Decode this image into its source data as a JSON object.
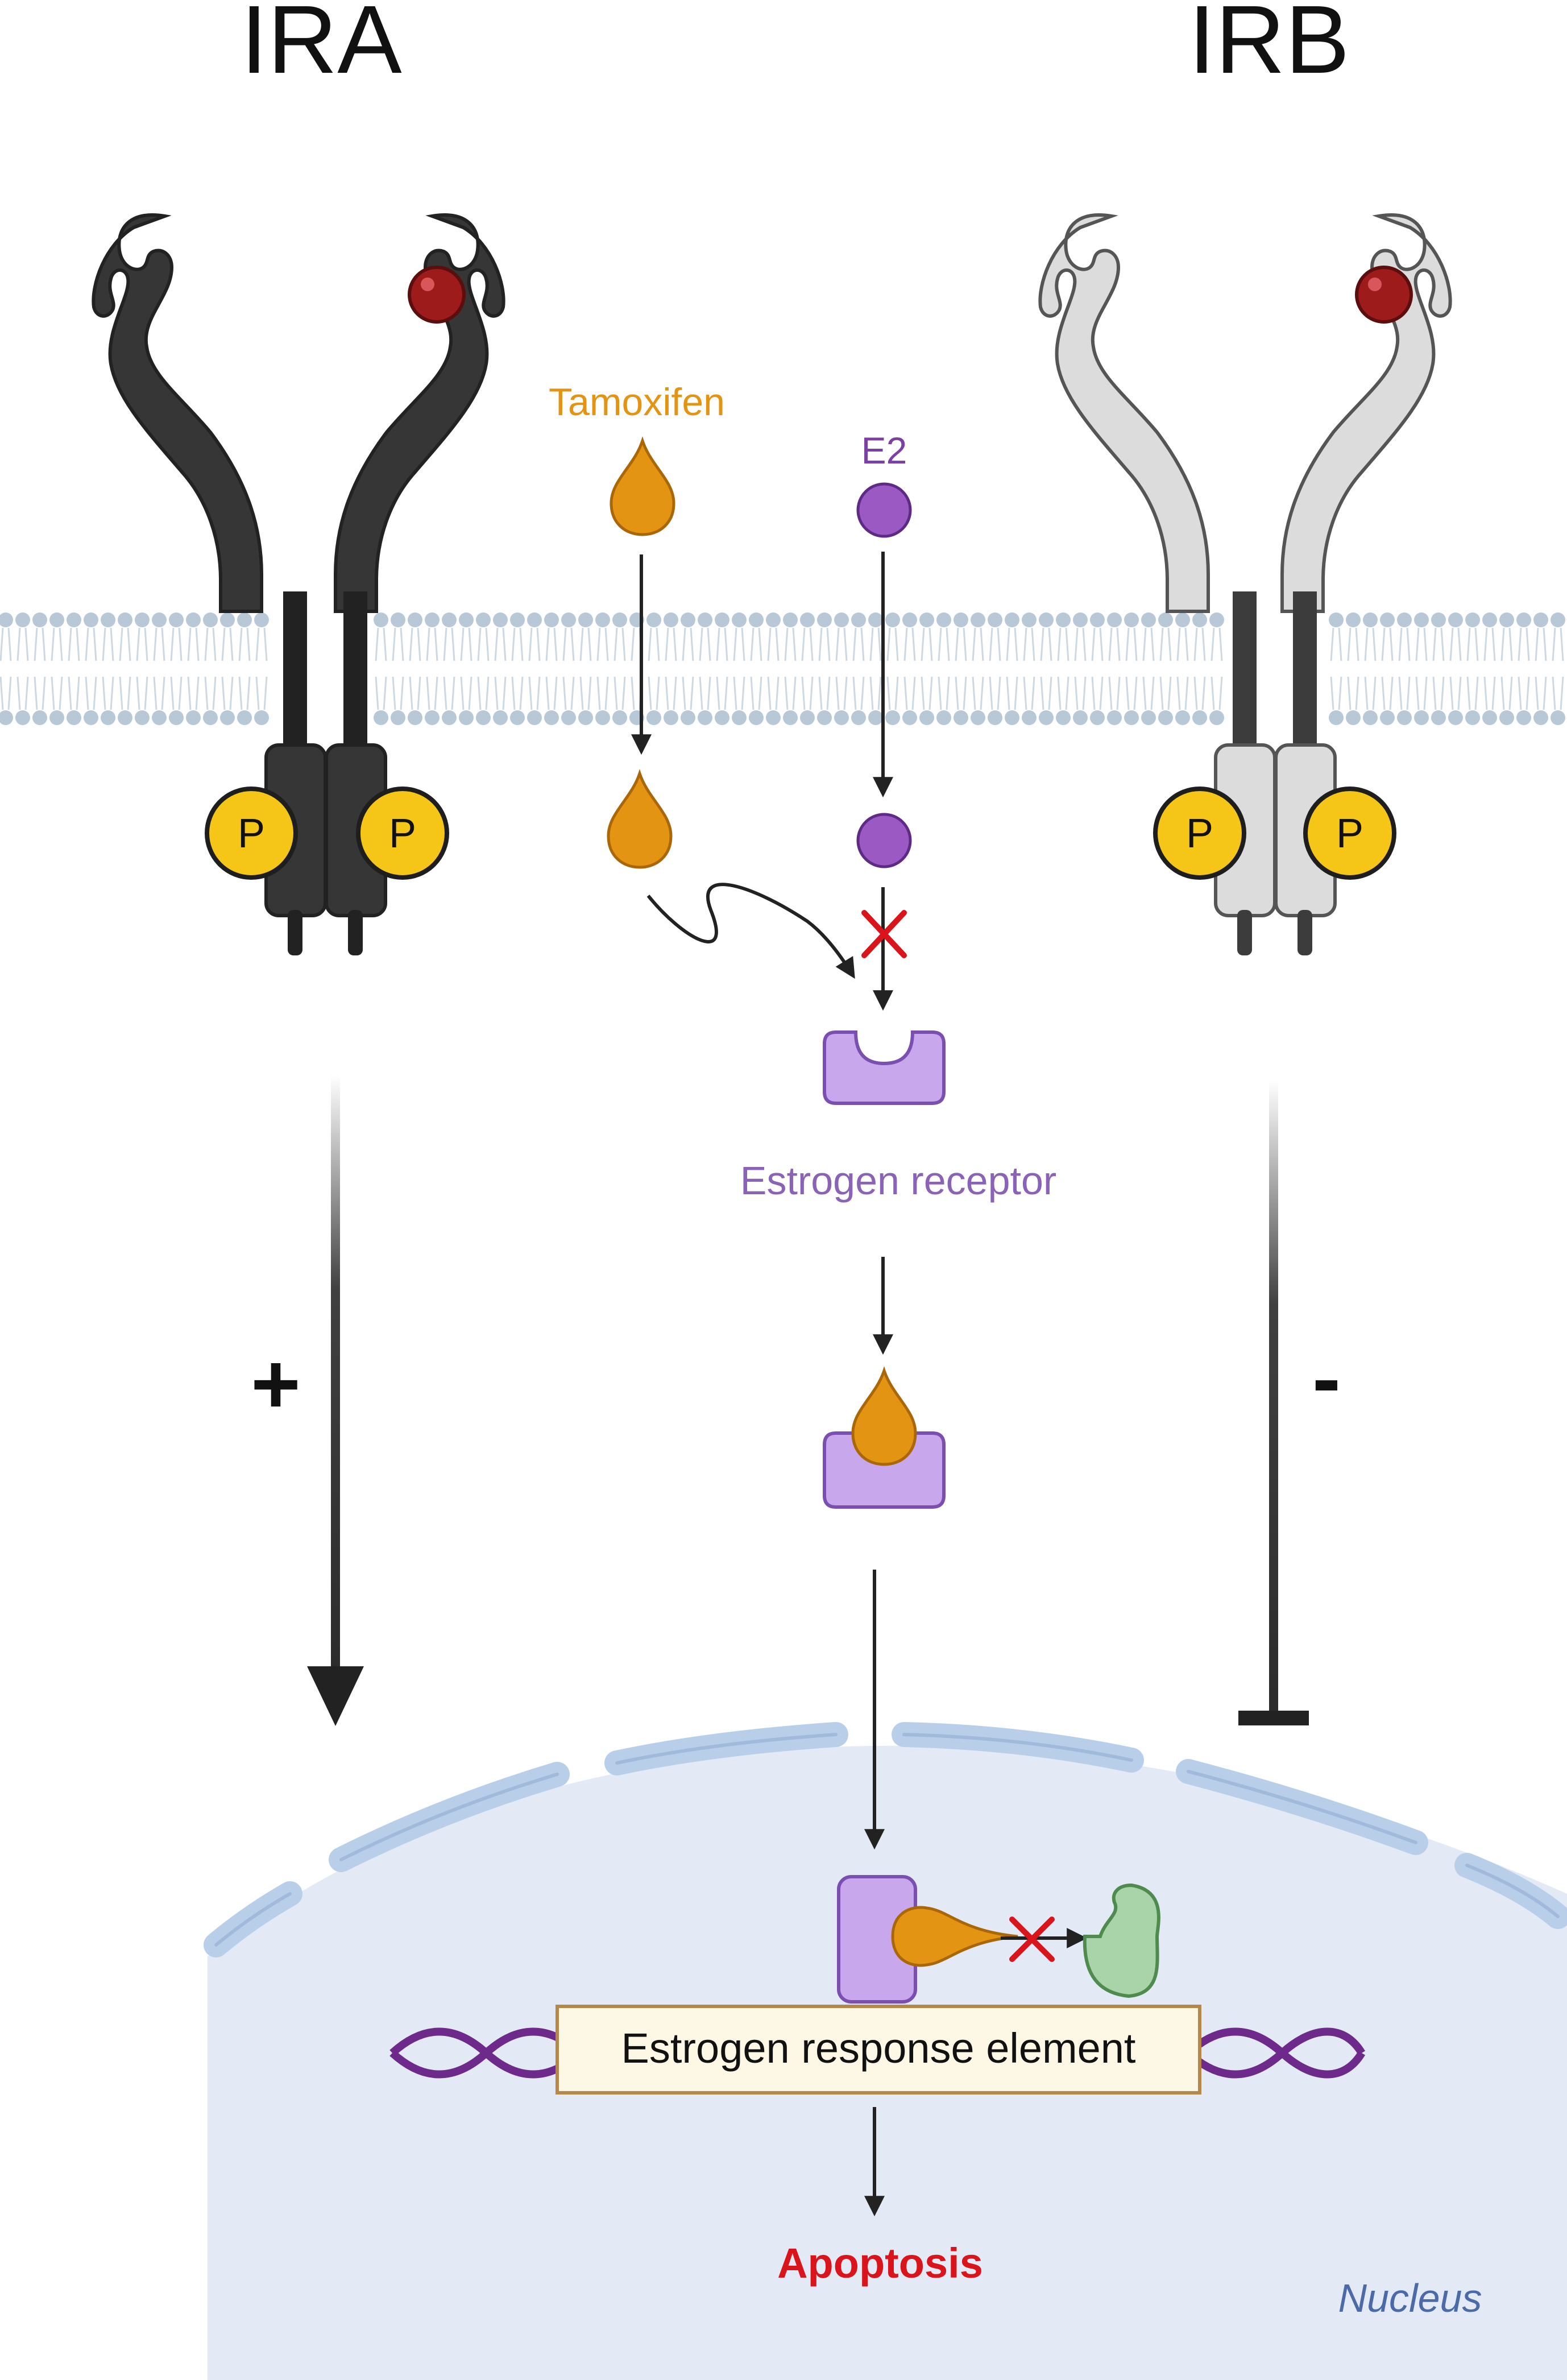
{
  "receptors": {
    "left": {
      "label": "IRA",
      "phospho_label": "P"
    },
    "right": {
      "label": "IRB",
      "phospho_label": "P"
    }
  },
  "ligands": {
    "drug": "Tamoxifen",
    "hormone": "E2"
  },
  "targets": {
    "receptor_label": "Estrogen receptor"
  },
  "effects": {
    "left_sign": "+",
    "right_sign": "-"
  },
  "nucleus": {
    "dna_box_label": "Estrogen response element",
    "outcome": "Apoptosis",
    "compartment_label": "Nucleus"
  },
  "colors": {
    "ira_dark": "#363636",
    "irb_light": "#dcdcdc",
    "phospho_yellow": "#f5c518",
    "insulin_red": "#9e1b1b",
    "tamoxifen_orange": "#e39412",
    "e2_purple": "#9b59c4",
    "er_lavender": "#c9a7ec",
    "coactivator_green": "#a9d3a8",
    "nucleus_fill": "#e3eaf6",
    "nuclear_envelope": "#b9cfe9",
    "membrane_lipid": "#b8c8d6",
    "dna_purple": "#6e2a8a",
    "apoptosis_red": "#d9141b",
    "nucleus_label_blue": "#4b6aa8"
  }
}
